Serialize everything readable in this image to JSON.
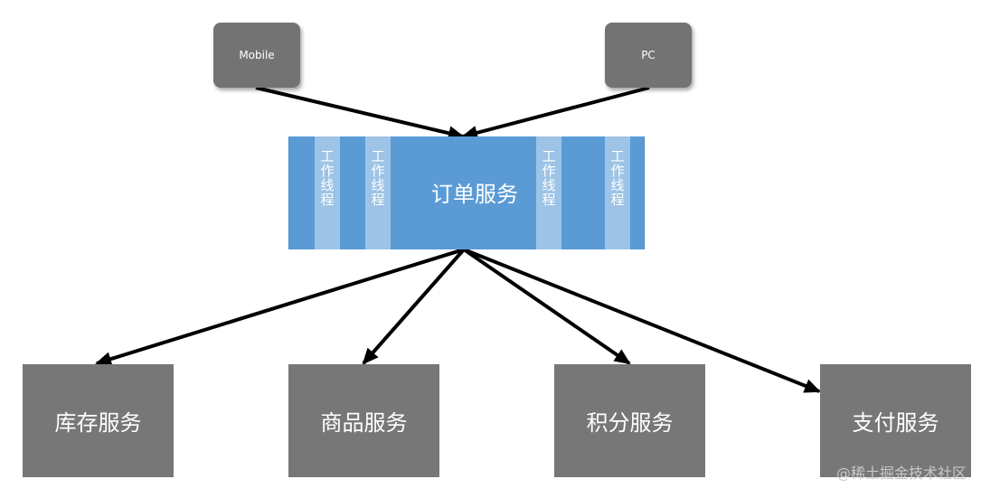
{
  "clients": [
    {
      "label": "Mobile"
    },
    {
      "label": "PC"
    }
  ],
  "order_service": {
    "label": "订单服务",
    "threads": [
      "工作线程",
      "工作线程",
      "工作线程",
      "工作线程"
    ]
  },
  "services": [
    {
      "label": "库存服务"
    },
    {
      "label": "商品服务"
    },
    {
      "label": "积分服务"
    },
    {
      "label": "支付服务"
    }
  ],
  "watermark": "@稀土掘金技术社区",
  "colors": {
    "client_fill": "#737373",
    "order_fill": "#5b9bd5",
    "thread_fill": "#9dc3e6",
    "service_fill": "#777777",
    "arrow": "#000000"
  }
}
